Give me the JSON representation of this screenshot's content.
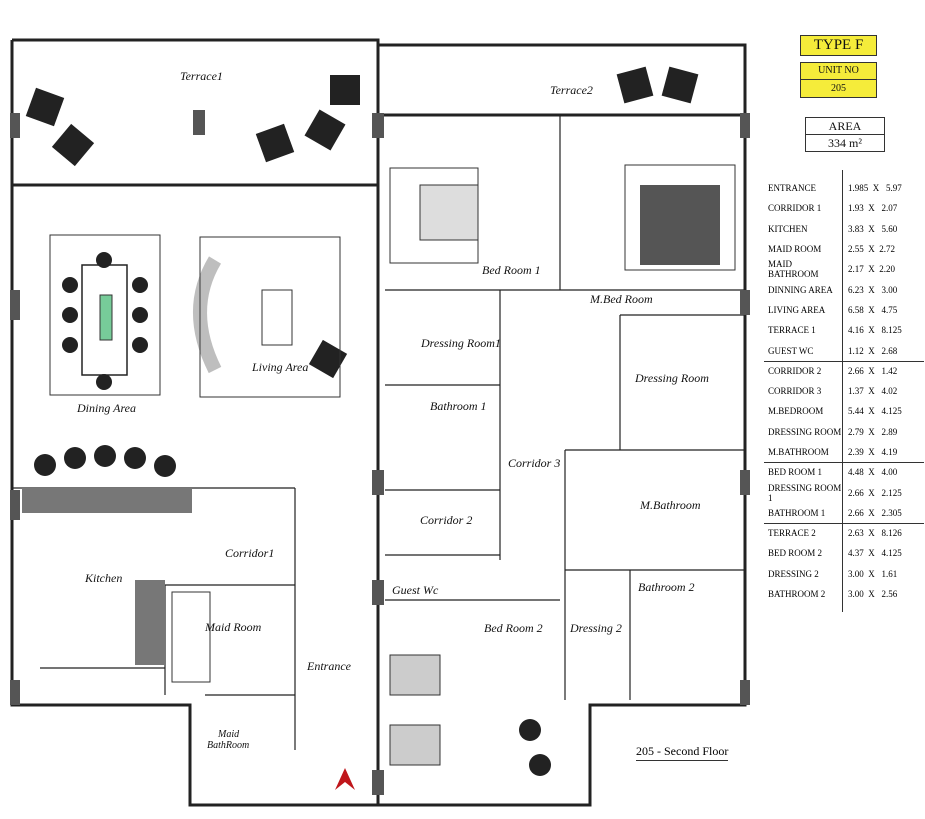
{
  "plan": {
    "rooms": {
      "terrace1": "Terrace1",
      "terrace2": "Terrace2",
      "bedroom1": "Bed Room 1",
      "mbedroom": "M.Bed Room",
      "dressing1": "Dressing Room1",
      "living": "Living Area",
      "dining": "Dining Area",
      "dressing": "Dressing Room",
      "bathroom1": "Bathroom 1",
      "corridor3": "Corridor 3",
      "mbathroom": "M.Bathroom",
      "corridor2": "Corridor 2",
      "corridor1": "Corridor1",
      "kitchen": "Kitchen",
      "guestwc": "Guest Wc",
      "bedroom2": "Bed Room 2",
      "dressing2": "Dressing 2",
      "bathroom2": "Bathroom 2",
      "maidroom": "Maid Room",
      "entrance": "Entrance",
      "maidbath1": "Maid",
      "maidbath2": "BathRoom"
    },
    "caption": "205 - Second Floor",
    "north_arrow_color": "#c0161b"
  },
  "panel": {
    "type": "TYPE F",
    "unit_label": "UNIT NO",
    "unit_no": "205",
    "area_label": "AREA",
    "area_value": "334 m²",
    "accent": "#f5ec3a",
    "rooms": [
      {
        "name": "ENTRANCE",
        "dims": "1.985  X   5.97"
      },
      {
        "name": "CORRIDOR  1",
        "dims": "1.93  X   2.07"
      },
      {
        "name": "KITCHEN",
        "dims": "3.83  X   5.60"
      },
      {
        "name": "MAID ROOM",
        "dims": "2.55  X  2.72"
      },
      {
        "name": "MAID BATHROOM",
        "dims": "2.17  X  2.20"
      },
      {
        "name": "DINNING AREA",
        "dims": "6.23  X   3.00"
      },
      {
        "name": "LIVING  AREA",
        "dims": "6.58  X   4.75"
      },
      {
        "name": "TERRACE  1",
        "dims": "4.16  X   8.125"
      },
      {
        "name": "GUEST WC",
        "dims": "1.12  X   2.68"
      },
      {
        "name": "CORRIDOR 2",
        "dims": "2.66  X   1.42"
      },
      {
        "name": "CORRIDOR 3",
        "dims": "1.37  X   4.02"
      },
      {
        "name": "M.BEDROOM",
        "dims": "5.44  X   4.125"
      },
      {
        "name": "DRESSING ROOM",
        "dims": "2.79  X   2.89"
      },
      {
        "name": "M.BATHROOM",
        "dims": "2.39  X   4.19"
      },
      {
        "name": "BED ROOM  1",
        "dims": "4.48  X   4.00"
      },
      {
        "name": "DRESSING ROOM 1",
        "dims": "2.66  X   2.125"
      },
      {
        "name": "BATHROOM  1",
        "dims": "2.66  X   2.305"
      },
      {
        "name": "TERRACE  2",
        "dims": "2.63  X   8.126"
      },
      {
        "name": "BED ROOM  2",
        "dims": "4.37  X   4.125"
      },
      {
        "name": "DRESSING  2",
        "dims": "3.00  X   1.61"
      },
      {
        "name": "BATHROOM  2",
        "dims": "3.00  X   2.56"
      }
    ]
  }
}
